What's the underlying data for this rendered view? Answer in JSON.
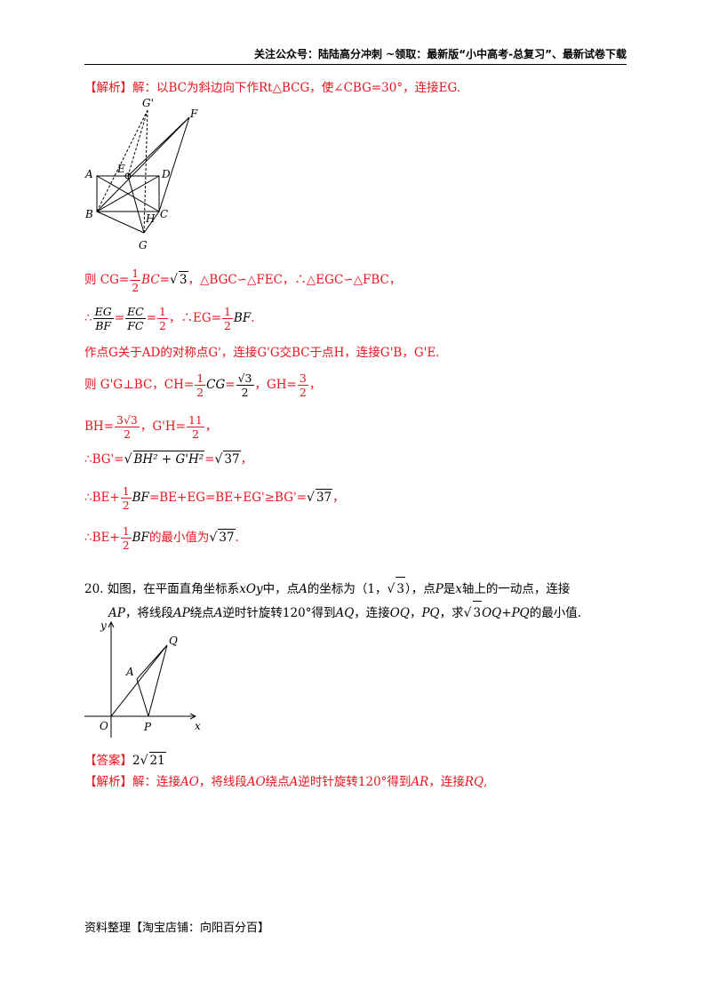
{
  "header": {
    "text": "关注公众号：陆陆高分冲刺 ~领取：最新版“小中高考-总复习”、最新试卷下载"
  },
  "solution19": {
    "intro_tag": "【解析】",
    "intro_text": "解：以BC为斜边向下作Rt△BCG，使∠CBG=30°，连接EG.",
    "line1_a": "则 CG=",
    "line1_frac_num": "1",
    "line1_frac_den": "2",
    "line1_b": "BC",
    "line1_c": "=",
    "line1_sqrt": "3",
    "line1_d": "，△BGC∽△FEC，∴△EGC∽△FBC，",
    "line2_a": "∴",
    "line2_f1_num": "EG",
    "line2_f1_den": "BF",
    "line2_eq1": "=",
    "line2_f2_num": "EC",
    "line2_f2_den": "FC",
    "line2_eq2": "=",
    "line2_f3_num": "1",
    "line2_f3_den": "2",
    "line2_b": "，∴EG=",
    "line2_f4_num": "1",
    "line2_f4_den": "2",
    "line2_c": "BF",
    "line2_d": ".",
    "line3": "作点G关于AD的对称点G'，连接G'G交BC于点H，连接G'B，G'E.",
    "line4_a": "则 G'G⊥BC，CH=",
    "line4_f1_num": "1",
    "line4_f1_den": "2",
    "line4_b": "CG",
    "line4_c": "=",
    "line4_f2_num": "√3",
    "line4_f2_den": "2",
    "line4_d": "，GH=",
    "line4_f3_num": "3",
    "line4_f3_den": "2",
    "line4_e": "，",
    "line5_a": "BH=",
    "line5_f1_num": "3√3",
    "line5_f1_den": "2",
    "line5_b": "，G'H=",
    "line5_f2_num": "11",
    "line5_f2_den": "2",
    "line5_c": "，",
    "line6_a": "∴BG'=",
    "line6_sqrt": "BH² + G'H²",
    "line6_b": "=",
    "line6_sqrt2": "37",
    "line6_c": "，",
    "line7_a": "∴BE+",
    "line7_f_num": "1",
    "line7_f_den": "2",
    "line7_b": "BF",
    "line7_c": "=BE+EG=BE+EG'≥BG'=",
    "line7_sqrt": "37",
    "line7_d": "，",
    "line8_a": "∴BE+",
    "line8_f_num": "1",
    "line8_f_den": "2",
    "line8_b": "BF",
    "line8_c": "的最小值为",
    "line8_sqrt": "37",
    "line8_d": "."
  },
  "figure1": {
    "labels": [
      "G'",
      "F",
      "A",
      "E",
      "D",
      "B",
      "H",
      "C",
      "G"
    ]
  },
  "question20": {
    "number": "20.",
    "text_a": "如图，在平面直角坐标系",
    "text_b": "xOy",
    "text_c": "中，点",
    "text_d": "A",
    "text_e": "的坐标为（1，",
    "text_sqrt": "3",
    "text_f": "），点",
    "text_g": "P",
    "text_h": "是",
    "text_i": "x",
    "text_j": "轴上的一动点，连接",
    "text_k": "AP",
    "text_l": "，将线段",
    "text_m": "AP",
    "text_n": "绕点",
    "text_o": "A",
    "text_p": "逆时针旋转120°得到",
    "text_q": "AQ",
    "text_r": "，连接",
    "text_s": "OQ",
    "text_t": "，",
    "text_u": "PQ",
    "text_v": "，求",
    "text_w_sqrt": "3",
    "text_x": "OQ",
    "text_y": "+",
    "text_z": "PQ",
    "text_end": "的最小值."
  },
  "figure2": {
    "labels": [
      "y",
      "Q",
      "A",
      "O",
      "P",
      "x"
    ]
  },
  "answer20": {
    "tag": "【答案】",
    "value_coef": "2",
    "value_sqrt": "21"
  },
  "solution20": {
    "tag": "【解析】",
    "text_a": "解：连接",
    "text_b": "AO",
    "text_c": "，将线段",
    "text_d": "AO",
    "text_e": "绕点",
    "text_f": "A",
    "text_g": "逆时针旋转120°得到",
    "text_h": "AR",
    "text_i": "，连接",
    "text_j": "RQ",
    "text_k": ","
  },
  "footer": {
    "text": "资料整理【淘宝店铺：向阳百分百】"
  }
}
